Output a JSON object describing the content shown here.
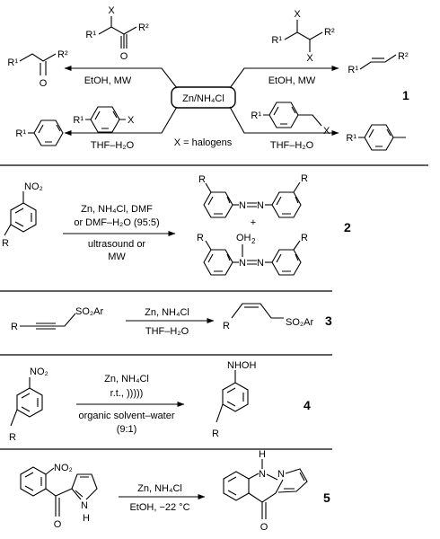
{
  "reactions": [
    {
      "number": "1",
      "center_reagent": "Zn/NH₄Cl",
      "x_note": "X = halogens",
      "top_left": {
        "conditions": "EtOH, MW",
        "substrate_atoms": {
          "x": "X",
          "r1": "R¹",
          "r2": "R²",
          "o": "O"
        },
        "product_atoms": {
          "r1": "R¹",
          "r2": "R²",
          "o": "O"
        }
      },
      "top_right": {
        "conditions": "EtOH, MW",
        "substrate_atoms": {
          "x1": "X",
          "x2": "X",
          "r1": "R¹",
          "r2": "R²"
        },
        "product_atoms": {
          "r1": "R¹",
          "r2": "R²"
        }
      },
      "bottom_left": {
        "conditions": "THF–H₂O",
        "substrate_atoms": {
          "r1": "R¹",
          "x": "X"
        },
        "product_atoms": {
          "r1": "R¹"
        }
      },
      "bottom_right": {
        "conditions": "THF–H₂O",
        "substrate_atoms": {
          "r1": "R¹",
          "x": "X"
        },
        "product_atoms": {
          "r1": "R¹"
        }
      }
    },
    {
      "number": "2",
      "conditions_above": [
        "Zn, NH₄Cl, DMF",
        "or DMF–H₂O (95:5)"
      ],
      "conditions_below": [
        "ultrasound or",
        "MW"
      ],
      "plus": "+",
      "substrate_atoms": {
        "no2": "NO₂",
        "r": "R"
      },
      "product_atoms": {
        "r_left": "R",
        "r_right": "R",
        "n1": "N",
        "n2": "N",
        "oh2": "OH",
        "sub": "2"
      }
    },
    {
      "number": "3",
      "conditions_above": "Zn, NH₄Cl",
      "conditions_below": "THF–H₂O",
      "substrate_atoms": {
        "r": "R",
        "so2ar": "SO₂Ar"
      },
      "product_atoms": {
        "r": "R",
        "so2ar": "SO₂Ar"
      }
    },
    {
      "number": "4",
      "conditions_above": [
        "Zn, NH₄Cl",
        "r.t., )))))"
      ],
      "conditions_below": [
        "organic solvent–water",
        "(9:1)"
      ],
      "substrate_atoms": {
        "no2": "NO₂",
        "r": "R"
      },
      "product_atoms": {
        "nhoh": "NHOH",
        "r": "R"
      }
    },
    {
      "number": "5",
      "conditions_above": "Zn, NH₄Cl",
      "conditions_below": "EtOH, −22 °C",
      "substrate_atoms": {
        "no2": "NO₂",
        "o": "O",
        "n": "N",
        "h": "H"
      },
      "product_atoms": {
        "h": "H",
        "n1": "N",
        "n2": "N",
        "o": "O"
      }
    }
  ]
}
